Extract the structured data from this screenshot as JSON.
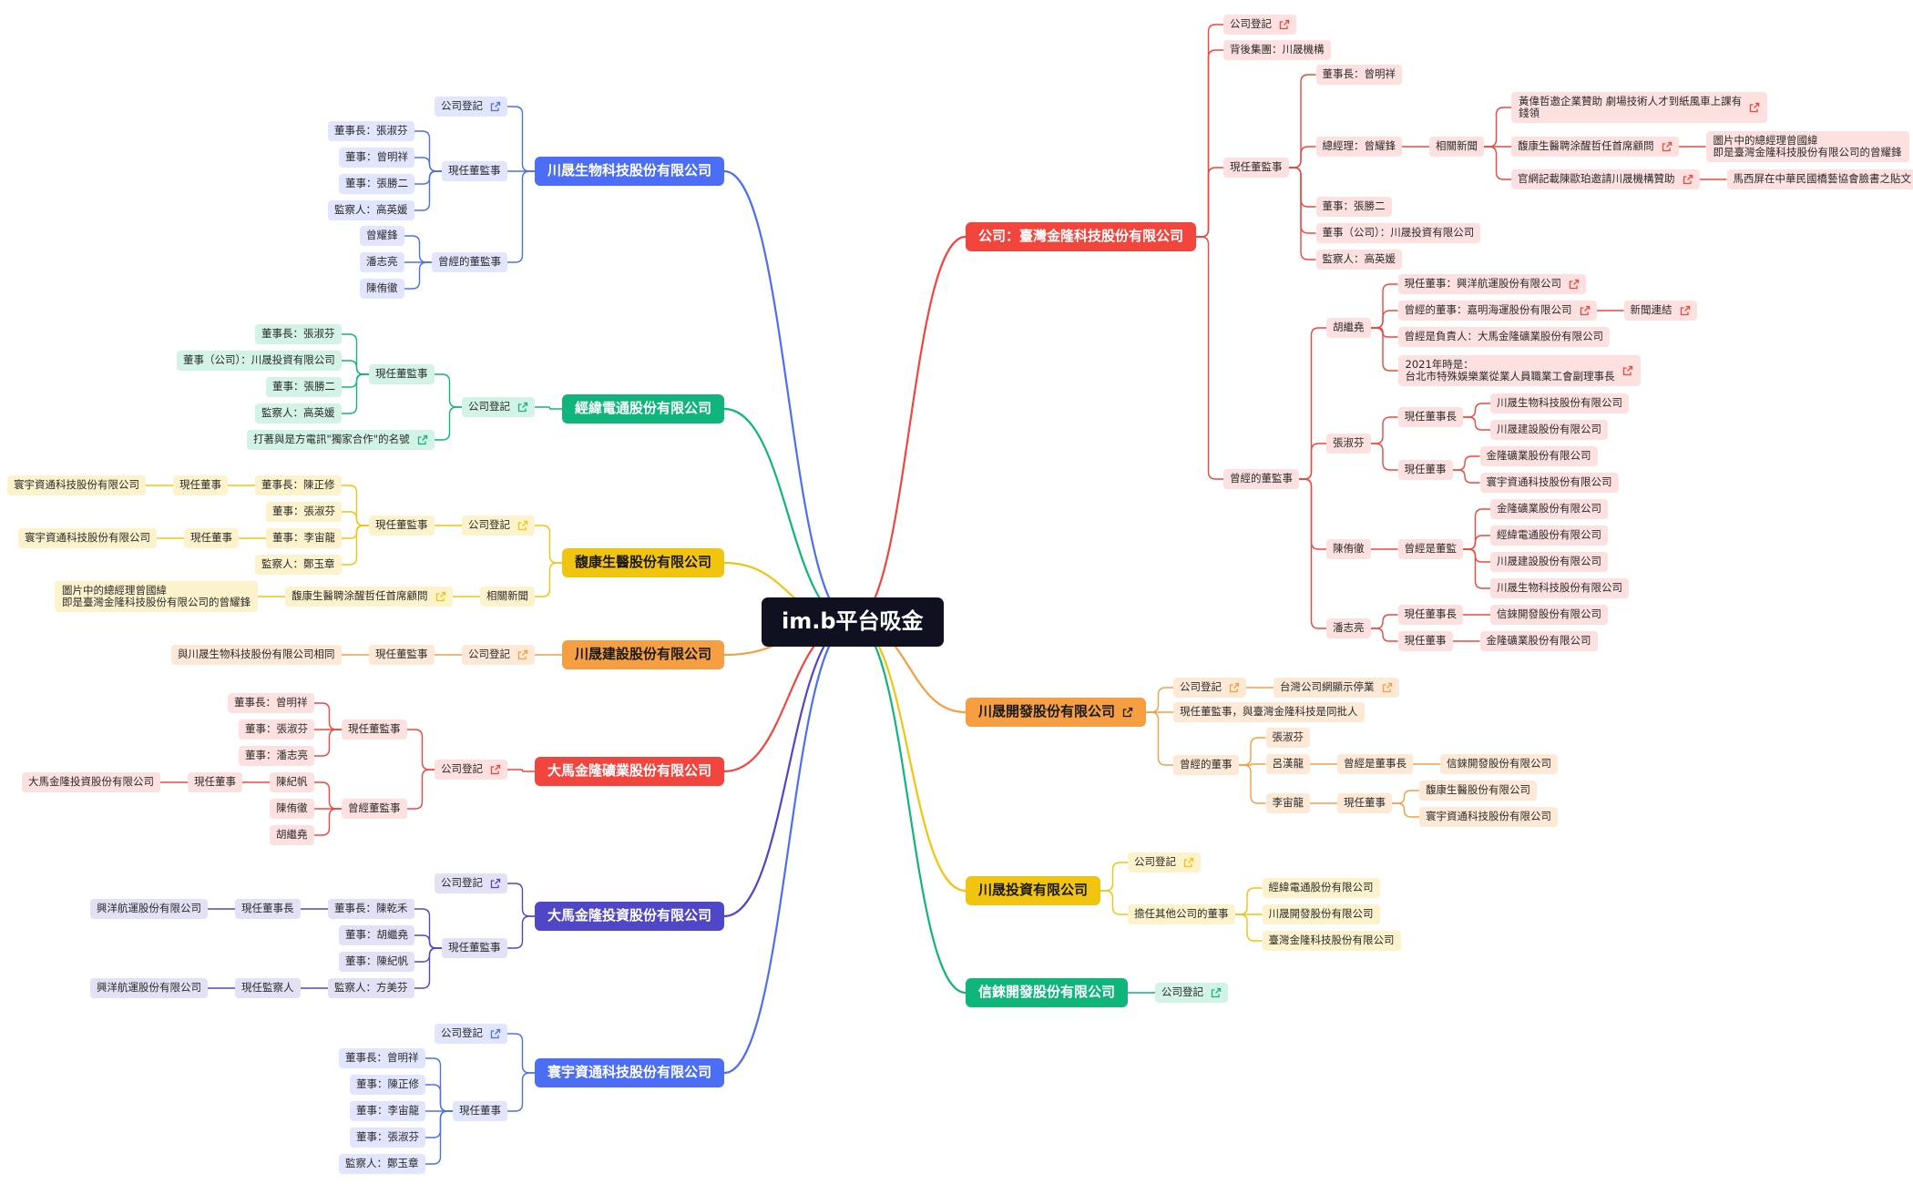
{
  "title": "im.b平台吸金",
  "colors": {
    "red": "#f2453d",
    "orange": "#f59e42",
    "yellow": "#f1c40f",
    "green": "#0fb57a",
    "blue": "#4c6ef5",
    "indigo": "#5046c8",
    "red_bg": "#fde1e0",
    "orange_bg": "#fde9d6",
    "yellow_bg": "#fcf2cc",
    "green_bg": "#d3f3e6",
    "blue_bg": "#e1e5fd",
    "indigo_bg": "#e3e1f6"
  },
  "tree": {
    "label": "im.b平台吸金",
    "children": [
      {
        "label": "公司：臺灣金隆科技股份有限公司",
        "color": "red",
        "children": [
          {
            "label": "公司登記",
            "link": true
          },
          {
            "label": "背後集團：川晟機構"
          },
          {
            "label": "現任董監事",
            "children": [
              {
                "label": "董事長：曾明祥"
              },
              {
                "label": "總經理：曾耀鋒",
                "children": [
                  {
                    "label": "相關新聞",
                    "children": [
                      {
                        "label": "黃偉哲邀企業贊助 劇場技術人才到紙風車上課有\n錢領",
                        "link": true
                      },
                      {
                        "label": "馥康生醫聘涂醒哲任首席顧問",
                        "link": true,
                        "children": [
                          {
                            "label": "圖片中的總經理曾國緯\n即是臺灣金隆科技股份有限公司的曾耀鋒"
                          }
                        ]
                      },
                      {
                        "label": "官網記載陳歐珀邀請川晟機構贊助",
                        "link": true,
                        "children": [
                          {
                            "label": "馬西屏在中華民國橋藝協會臉書之貼文",
                            "link": true
                          }
                        ]
                      }
                    ]
                  }
                ]
              },
              {
                "label": "董事：張勝二"
              },
              {
                "label": "董事（公司）：川晟投資有限公司"
              },
              {
                "label": "監察人：高英媛"
              }
            ]
          },
          {
            "label": "曾經的董監事",
            "children": [
              {
                "label": "胡繼堯",
                "children": [
                  {
                    "label": "現任董事：興洋航運股份有限公司",
                    "link": true
                  },
                  {
                    "label": "曾經的董事：嘉明海運股份有限公司",
                    "link": true,
                    "children": [
                      {
                        "label": "新聞連結",
                        "link": true
                      }
                    ]
                  },
                  {
                    "label": "曾經是負責人：大馬金隆礦業股份有限公司"
                  },
                  {
                    "label": "2021年時是：\n台北市特殊娛樂業從業人員職業工會副理事長",
                    "link": true
                  }
                ]
              },
              {
                "label": "張淑芬",
                "children": [
                  {
                    "label": "現任董事長",
                    "children": [
                      {
                        "label": "川晟生物科技股份有限公司"
                      },
                      {
                        "label": "川晟建設股份有限公司"
                      }
                    ]
                  },
                  {
                    "label": "現任董事",
                    "children": [
                      {
                        "label": "金隆礦業股份有限公司"
                      },
                      {
                        "label": "寰宇資通科技股份有限公司"
                      }
                    ]
                  }
                ]
              },
              {
                "label": "陳侑徹",
                "children": [
                  {
                    "label": "曾經是董監",
                    "children": [
                      {
                        "label": "金隆礦業股份有限公司"
                      },
                      {
                        "label": "經緯電通股份有限公司"
                      },
                      {
                        "label": "川晟建設股份有限公司"
                      },
                      {
                        "label": "川晟生物科技股份有限公司"
                      }
                    ]
                  }
                ]
              },
              {
                "label": "潘志亮",
                "children": [
                  {
                    "label": "現任董事長",
                    "children": [
                      {
                        "label": "信錸開發股份有限公司"
                      }
                    ]
                  },
                  {
                    "label": "現任董事",
                    "children": [
                      {
                        "label": "金隆礦業股份有限公司"
                      }
                    ]
                  }
                ]
              }
            ]
          }
        ]
      },
      {
        "label": "川晟開發股份有限公司",
        "color": "orange",
        "link": true,
        "children": [
          {
            "label": "公司登記",
            "link": true,
            "children": [
              {
                "label": "台灣公司網顯示停業",
                "link": true
              }
            ]
          },
          {
            "label": "現任董監事，與臺灣金隆科技是同批人"
          },
          {
            "label": "曾經的董事",
            "children": [
              {
                "label": "張淑芬"
              },
              {
                "label": "呂漢龍",
                "children": [
                  {
                    "label": "曾經是董事長",
                    "children": [
                      {
                        "label": "信錸開發股份有限公司"
                      }
                    ]
                  }
                ]
              },
              {
                "label": "李宙龍",
                "children": [
                  {
                    "label": "現任董事",
                    "children": [
                      {
                        "label": "馥康生醫股份有限公司"
                      },
                      {
                        "label": "寰宇資通科技股份有限公司"
                      }
                    ]
                  }
                ]
              }
            ]
          }
        ]
      },
      {
        "label": "川晟投資有限公司",
        "color": "yellow",
        "children": [
          {
            "label": "公司登記",
            "link": true
          },
          {
            "label": "擔任其他公司的董事",
            "children": [
              {
                "label": "經緯電通股份有限公司"
              },
              {
                "label": "川晟開發股份有限公司"
              },
              {
                "label": "臺灣金隆科技股份有限公司"
              }
            ]
          }
        ]
      },
      {
        "label": "信錸開發股份有限公司",
        "color": "green",
        "children": [
          {
            "label": "公司登記",
            "link": true
          }
        ]
      },
      {
        "label": "川晟生物科技股份有限公司",
        "color": "blue",
        "children": [
          {
            "label": "公司登記",
            "link": true
          },
          {
            "label": "現任董監事",
            "children": [
              {
                "label": "董事長：張淑芬"
              },
              {
                "label": "董事：曾明祥"
              },
              {
                "label": "董事：張勝二"
              },
              {
                "label": "監察人：高英媛"
              }
            ]
          },
          {
            "label": "曾經的董監事",
            "children": [
              {
                "label": "曾耀鋒"
              },
              {
                "label": "潘志亮"
              },
              {
                "label": "陳侑徹"
              }
            ]
          }
        ]
      },
      {
        "label": "經緯電通股份有限公司",
        "color": "green",
        "children": [
          {
            "label": "公司登記",
            "link": true,
            "children": [
              {
                "label": "現任董監事",
                "children": [
                  {
                    "label": "董事長：張淑芬"
                  },
                  {
                    "label": "董事（公司）：川晟投資有限公司"
                  },
                  {
                    "label": "董事：張勝二"
                  },
                  {
                    "label": "監察人：高英媛"
                  }
                ]
              },
              {
                "label": "打著與是方電訊\"獨家合作\"的名號",
                "link": true
              }
            ]
          }
        ]
      },
      {
        "label": "馥康生醫股份有限公司",
        "color": "yellow",
        "children": [
          {
            "label": "公司登記",
            "link": true,
            "children": [
              {
                "label": "現任董監事",
                "children": [
                  {
                    "label": "董事長：陳正修",
                    "children": [
                      {
                        "label": "現任董事",
                        "children": [
                          {
                            "label": "寰宇資通科技股份有限公司"
                          }
                        ]
                      }
                    ]
                  },
                  {
                    "label": "董事：張淑芬"
                  },
                  {
                    "label": "董事：李宙龍",
                    "children": [
                      {
                        "label": "現任董事",
                        "children": [
                          {
                            "label": "寰宇資通科技股份有限公司"
                          }
                        ]
                      }
                    ]
                  },
                  {
                    "label": "監察人：鄭玉章"
                  }
                ]
              }
            ]
          },
          {
            "label": "相關新聞",
            "children": [
              {
                "label": "馥康生醫聘涂醒哲任首席顧問",
                "link": true,
                "children": [
                  {
                    "label": "圖片中的總經理曾國緯\n即是臺灣金隆科技股份有限公司的曾耀鋒"
                  }
                ]
              }
            ]
          }
        ]
      },
      {
        "label": "川晟建設股份有限公司",
        "color": "orange",
        "children": [
          {
            "label": "公司登記",
            "link": true,
            "children": [
              {
                "label": "現任董監事",
                "children": [
                  {
                    "label": "與川晟生物科技股份有限公司相同"
                  }
                ]
              }
            ]
          }
        ]
      },
      {
        "label": "大馬金隆礦業股份有限公司",
        "color": "red",
        "children": [
          {
            "label": "公司登記",
            "link": true,
            "children": [
              {
                "label": "現任董監事",
                "children": [
                  {
                    "label": "董事長：曾明祥"
                  },
                  {
                    "label": "董事：張淑芬"
                  },
                  {
                    "label": "董事：潘志亮"
                  }
                ]
              },
              {
                "label": "曾經董監事",
                "children": [
                  {
                    "label": "陳紀帆",
                    "children": [
                      {
                        "label": "現任董事",
                        "children": [
                          {
                            "label": "大馬金隆投資股份有限公司"
                          }
                        ]
                      }
                    ]
                  },
                  {
                    "label": "陳侑徹"
                  },
                  {
                    "label": "胡繼堯"
                  }
                ]
              }
            ]
          }
        ]
      },
      {
        "label": "大馬金隆投資股份有限公司",
        "color": "indigo",
        "children": [
          {
            "label": "公司登記",
            "link": true
          },
          {
            "label": "現任董監事",
            "children": [
              {
                "label": "董事長：陳乾禾",
                "children": [
                  {
                    "label": "現任董事長",
                    "children": [
                      {
                        "label": "興洋航運股份有限公司"
                      }
                    ]
                  }
                ]
              },
              {
                "label": "董事：胡繼堯"
              },
              {
                "label": "董事：陳紀帆"
              },
              {
                "label": "監察人：方美芬",
                "children": [
                  {
                    "label": "現任監察人",
                    "children": [
                      {
                        "label": "興洋航運股份有限公司"
                      }
                    ]
                  }
                ]
              }
            ]
          }
        ]
      },
      {
        "label": "寰宇資通科技股份有限公司",
        "color": "blue",
        "children": [
          {
            "label": "公司登記",
            "link": true
          },
          {
            "label": "現任董事",
            "children": [
              {
                "label": "董事長：曾明祥"
              },
              {
                "label": "董事：陳正修"
              },
              {
                "label": "董事：李宙龍"
              },
              {
                "label": "董事：張淑芬"
              },
              {
                "label": "監察人：鄭玉章"
              }
            ]
          }
        ]
      }
    ]
  }
}
